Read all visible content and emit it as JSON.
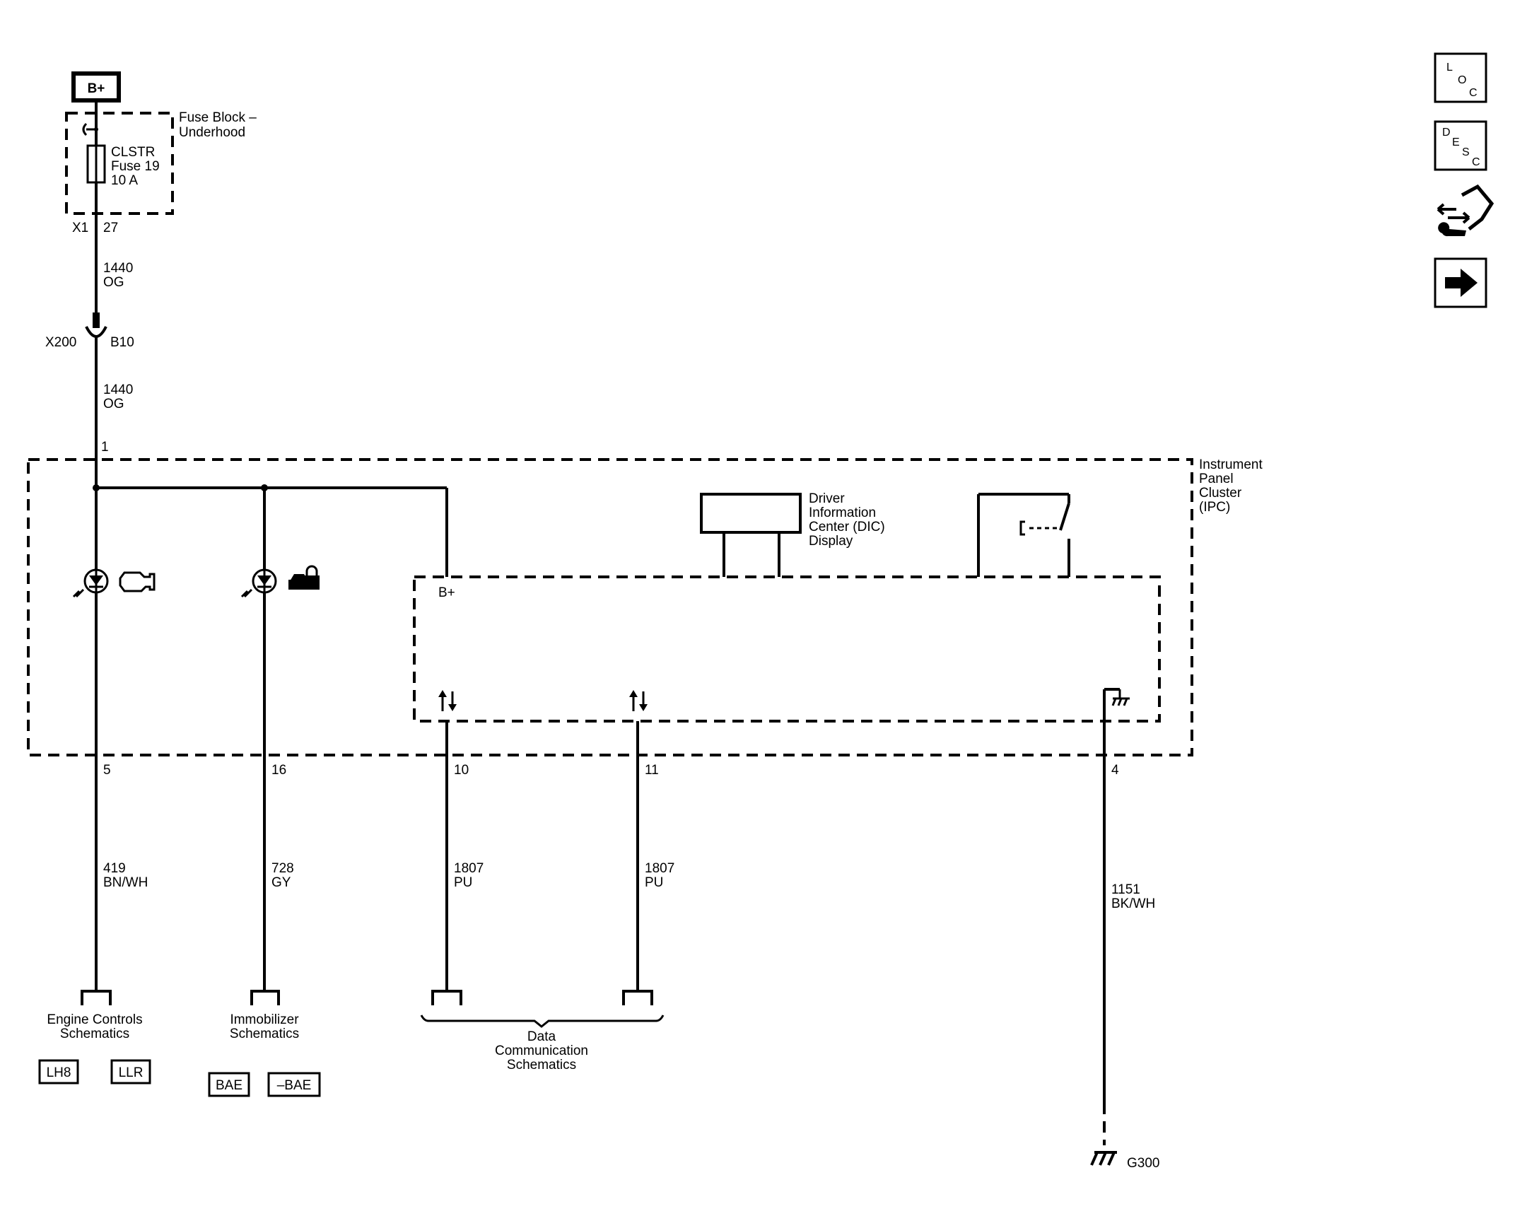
{
  "power": {
    "source_label": "B+",
    "fuse_block_line1": "Fuse Block –",
    "fuse_block_line2": "Underhood",
    "fuse_name": "CLSTR",
    "fuse_number": "Fuse 19",
    "fuse_rating": "10 A",
    "connector_x1": "X1",
    "connector_x1_pin": "27"
  },
  "feed_wire_1": {
    "circuit": "1440",
    "color": "OG"
  },
  "inline_connector": {
    "name": "X200",
    "pin": "B10"
  },
  "feed_wire_2": {
    "circuit": "1440",
    "color": "OG"
  },
  "ipc": {
    "line1": "Instrument",
    "line2": "Panel",
    "line3": "Cluster",
    "line4": "(IPC)",
    "feed_pin": "1",
    "internal_bplus": "B+",
    "dic_line1": "Driver",
    "dic_line2": "Information",
    "dic_line3": "Center (DIC)",
    "dic_line4": "Display"
  },
  "outputs": [
    {
      "pin": "5",
      "circuit": "419",
      "color": "BN/WH"
    },
    {
      "pin": "16",
      "circuit": "728",
      "color": "GY"
    },
    {
      "pin": "10",
      "circuit": "1807",
      "color": "PU"
    },
    {
      "pin": "11",
      "circuit": "1807",
      "color": "PU"
    },
    {
      "pin": "4",
      "circuit": "1151",
      "color": "BK/WH"
    }
  ],
  "references": {
    "engine_line1": "Engine Controls",
    "engine_line2": "Schematics",
    "engine_opts": [
      "LH8",
      "LLR"
    ],
    "immo_line1": "Immobilizer",
    "immo_line2": "Schematics",
    "immo_opts": [
      "BAE",
      "–BAE"
    ],
    "data_line1": "Data",
    "data_line2": "Communication",
    "data_line3": "Schematics"
  },
  "ground": {
    "name": "G300"
  },
  "nav": {
    "loc": {
      "top": "L",
      "mid": "O",
      "bot": "C"
    },
    "desc": {
      "top": "D",
      "mid": "E",
      "mid2": "S",
      "bot": "C"
    }
  }
}
